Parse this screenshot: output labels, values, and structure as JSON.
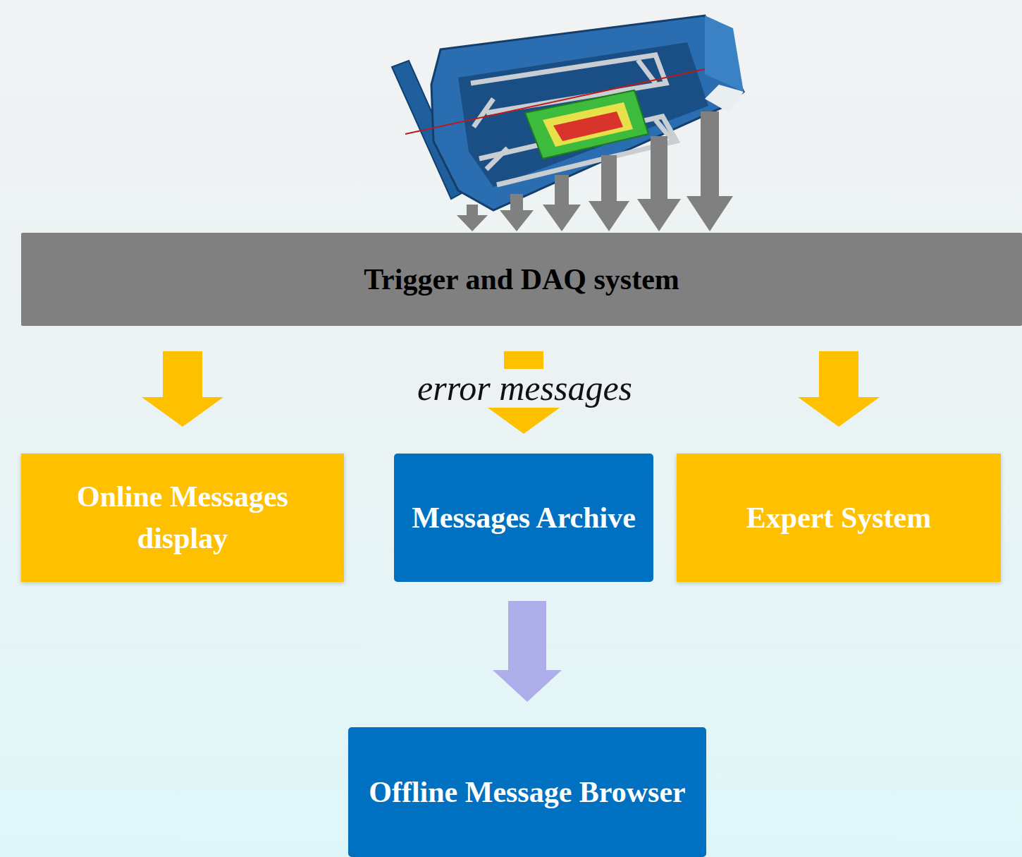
{
  "diagram": {
    "nodes": [
      {
        "text": [
          "Trigger and DAQ system"
        ]
      },
      {
        "text": [
          "Online Messages display"
        ]
      },
      {
        "text": [
          "Messages Archive"
        ]
      },
      {
        "text": [
          "Expert System"
        ]
      },
      {
        "text": [
          "Offline Message Browser"
        ]
      }
    ],
    "edges": [
      {
        "from": 0,
        "to": 1,
        "arrow": "to"
      },
      {
        "from": 0,
        "to": 2,
        "arrow": "to"
      },
      {
        "from": 0,
        "to": 3,
        "arrow": "to"
      },
      {
        "from": 2,
        "to": 4,
        "arrow": "to"
      }
    ],
    "labels": [
      "error messages"
    ]
  }
}
